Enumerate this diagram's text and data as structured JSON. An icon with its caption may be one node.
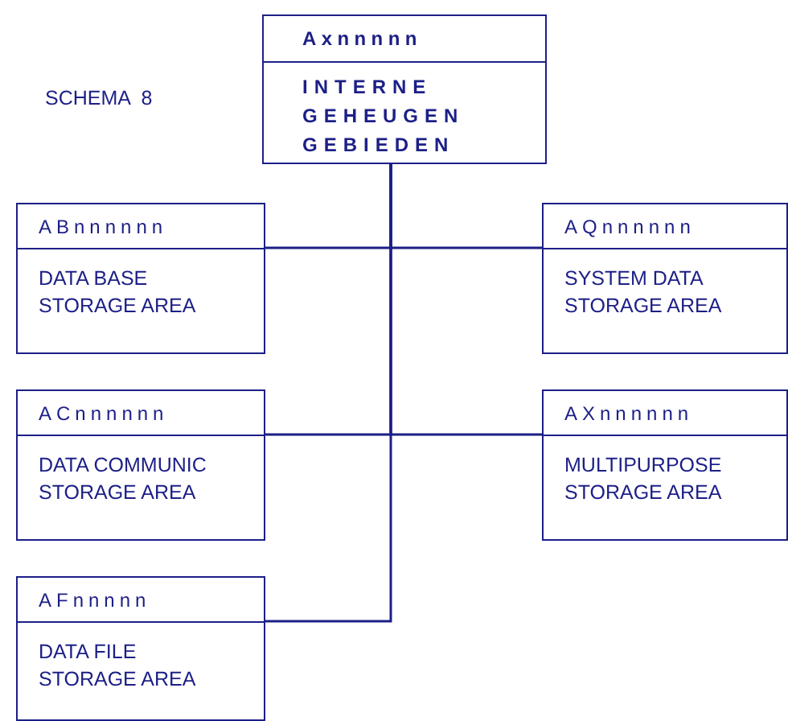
{
  "diagram": {
    "nodes": [
      {
        "text": [
          "Axnnnnn",
          "INTERNE GEHEUGEN GEBIEDEN"
        ]
      },
      {
        "text": [
          "ABnnnnnn",
          "DATA BASE STORAGE AREA"
        ]
      },
      {
        "text": [
          "AQnnnnnn",
          "SYSTEM DATA STORAGE AREA"
        ]
      },
      {
        "text": [
          "ACnnnnnn",
          "DATA COMMUNIC STORAGE AREA"
        ]
      },
      {
        "text": [
          "AXnnnnnn",
          "MULTIPURPOSE STORAGE AREA"
        ]
      },
      {
        "text": [
          "AFnnnnn",
          "DATA FILE STORAGE AREA"
        ]
      }
    ],
    "edges": [
      {
        "from": 0,
        "to": 1,
        "arrow": "none"
      },
      {
        "from": 0,
        "to": 2,
        "arrow": "none"
      },
      {
        "from": 0,
        "to": 3,
        "arrow": "none"
      },
      {
        "from": 0,
        "to": 4,
        "arrow": "none"
      },
      {
        "from": 0,
        "to": 5,
        "arrow": "none"
      }
    ],
    "labels": [
      "SCHEMA  8"
    ]
  }
}
